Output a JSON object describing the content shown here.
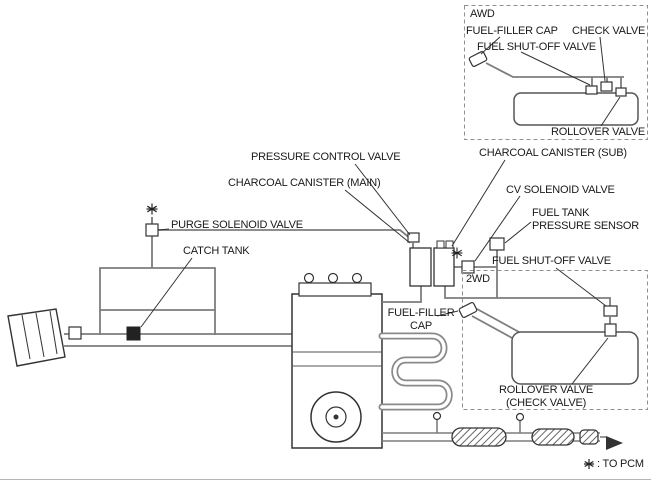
{
  "inset": {
    "title": "AWD",
    "fuel_filler_cap": "FUEL-FILLER CAP",
    "check_valve": "CHECK VALVE",
    "fuel_shut_off_valve": "FUEL SHUT-OFF VALVE",
    "rollover_valve": "ROLLOVER VALVE"
  },
  "labels": {
    "pressure_control_valve": "PRESSURE CONTROL VALVE",
    "charcoal_canister_sub": "CHARCOAL CANISTER (SUB)",
    "charcoal_canister_main": "CHARCOAL CANISTER (MAIN)",
    "cv_solenoid_valve": "CV SOLENOID VALVE",
    "fuel_tank_pressure_sensor": "FUEL TANK\nPRESSURE SENSOR",
    "fuel_shut_off_valve": "FUEL SHUT-OFF VALVE",
    "drive_2wd": "2WD",
    "purge_solenoid_valve": "PURGE SOLENOID VALVE",
    "catch_tank": "CATCH TANK",
    "fuel_filler_cap": "FUEL-FILLER\nCAP",
    "rollover_valve": "ROLLOVER VALVE\n(CHECK VALVE)"
  },
  "legend": {
    "marker_icon": "asterisk",
    "text": ": TO PCM"
  },
  "colors": {
    "background": "#ffffff",
    "line": "#333333",
    "pipe": "#7d7d7d"
  }
}
